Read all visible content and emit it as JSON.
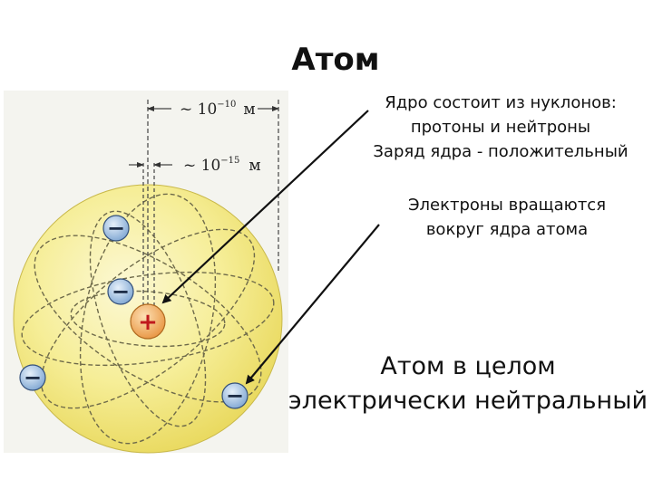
{
  "slide": {
    "title": "Атом"
  },
  "diagram": {
    "dimension_atom": {
      "prefix": "~ 10",
      "exponent": "−10",
      "unit": "м"
    },
    "dimension_nucleus": {
      "prefix": "~ 10",
      "exponent": "−15",
      "unit": "м"
    },
    "nucleus_sign": "+",
    "electron_sign": "−",
    "colors": {
      "sphere": "#f3ea84",
      "sphere_highlight": "#fbf7cf",
      "nucleus": "#f0a44e",
      "electron": "#8fb4dc",
      "arrow": "#111111"
    }
  },
  "notes": {
    "nucleus_lines": [
      "Ядро состоит из нуклонов:",
      "протоны и нейтроны",
      "Заряд ядра - положительный"
    ],
    "electrons_lines": [
      "Электроны вращаются",
      "вокруг ядра атома"
    ],
    "neutral_lines": [
      "Атом в целом",
      "электрически нейтральный"
    ]
  }
}
